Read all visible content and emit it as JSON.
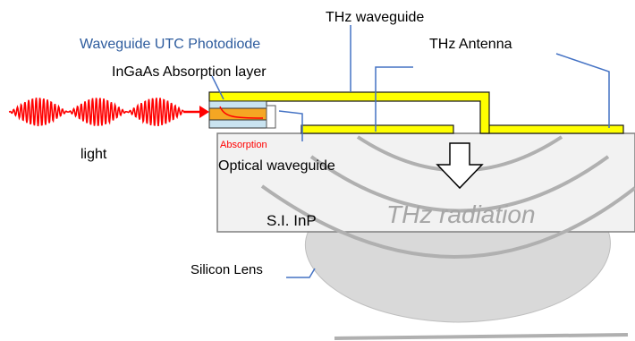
{
  "labels": {
    "thz_waveguide": "THz waveguide",
    "waveguide_utc_photodiode": "Waveguide UTC Photodiode",
    "thz_antenna": "THz Antenna",
    "ingaas_absorption_layer": "InGaAs Absorption layer",
    "light": "light",
    "absorption": "Absorption",
    "optical_waveguide": "Optical waveguide",
    "thz_radiation": "THz radiation",
    "si_inp": "S.I. InP",
    "silicon_lens": "Silicon Lens"
  },
  "colors": {
    "light_wave": "#ff0000",
    "metal": "#ffff00",
    "metal_outline": "#1a1a1a",
    "callout_line": "#4472c4",
    "photodiode_title": "#2e5c9e",
    "absorption_text": "#ff0000",
    "substrate_fill": "#f2f2f2",
    "substrate_outline": "#808080",
    "lens_fill": "#d9d9d9",
    "radiation_arcs": "#b0b0b0",
    "radiation_text": "#a6a6a6"
  }
}
